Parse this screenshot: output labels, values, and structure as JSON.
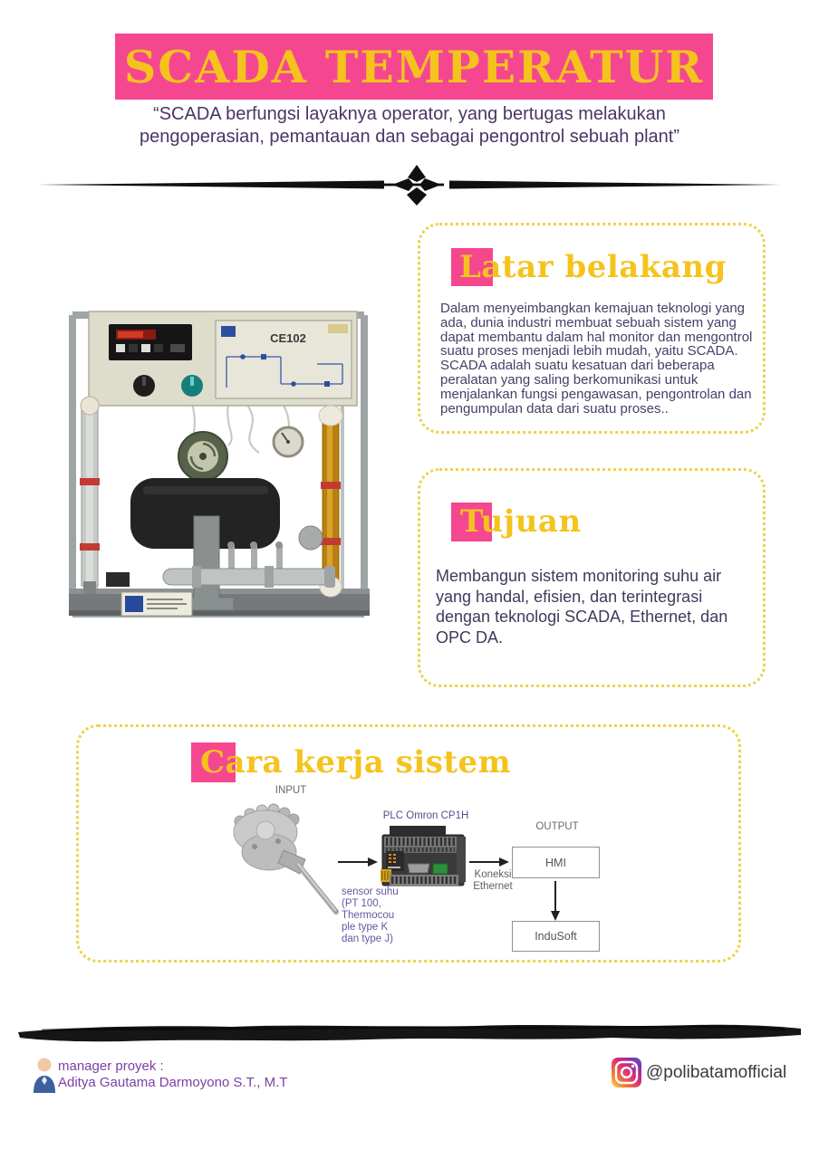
{
  "header": {
    "title": "SCADA TEMPERATUR",
    "quote_line1": "“SCADA berfungsi layaknya operator, yang bertugas melakukan",
    "quote_line2": "pengoperasian, pemantauan dan sebagai pengontrol sebuah plant”"
  },
  "sections": {
    "latar_belakang": {
      "title": "Latar belakang",
      "body": "Dalam menyeimbangkan kemajuan teknologi yang ada, dunia industri membuat sebuah sistem yang dapat membantu dalam hal monitor dan mengontrol suatu proses menjadi lebih mudah, yaitu SCADA. SCADA adalah suatu kesatuan dari beberapa peralatan yang saling berkomunikasi untuk menjalankan fungsi pengawasan, pengontrolan dan pengumpulan data dari suatu proses.."
    },
    "tujuan": {
      "title": "Tujuan",
      "body": "Membangun sistem monitoring suhu air yang handal, efisien, dan terintegrasi dengan teknologi SCADA, Ethernet, dan OPC DA."
    },
    "cara_kerja": {
      "title": "Cara kerja sistem"
    }
  },
  "equipment_photo": {
    "model_label": "CE102"
  },
  "diagram": {
    "input_label": "INPUT",
    "plc_label": "PLC Omron CP1H",
    "sensor_caption_line1": "sensor suhu",
    "sensor_caption_line2": "(PT 100,",
    "sensor_caption_line3": "Thermocou",
    "sensor_caption_line4": "ple type K",
    "sensor_caption_line5": "dan type J)",
    "koneksi_line1": "Koneksi",
    "koneksi_line2": "Ethernet",
    "output_label": "OUTPUT",
    "hmi_label": "HMI",
    "indusoft_label": "InduSoft"
  },
  "footer": {
    "manager_label": "manager proyek :",
    "manager_name": "Aditya Gautama Darmoyono S.T., M.T",
    "instagram_handle": "@polibatamofficial"
  },
  "colors": {
    "banner_pink": "#F5478F",
    "heading_yellow": "#F5C31D",
    "box_border_yellow": "#EDD24A",
    "body_text_purple": "#493D68",
    "footer_purple": "#7C3FA4"
  }
}
